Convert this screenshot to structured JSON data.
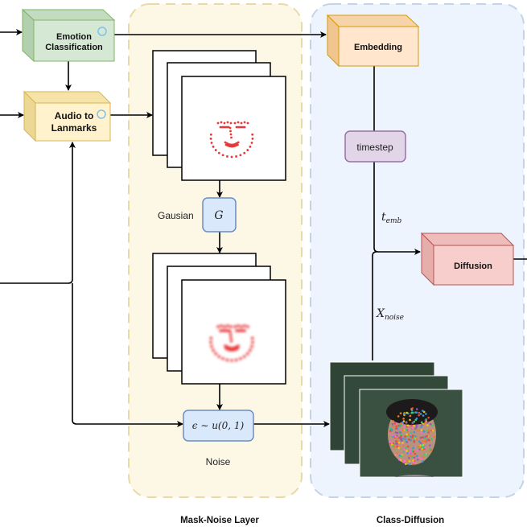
{
  "panels": {
    "mask_noise": {
      "title": "Mask-Noise Layer"
    },
    "class_diffusion": {
      "title": "Class-Diffusion"
    }
  },
  "nodes": {
    "emotion": {
      "line1": "Emotion",
      "line2": "Classification",
      "icon": "openai-icon"
    },
    "audio": {
      "line1": "Audio to",
      "line2": "Lanmarks",
      "icon": "openai-icon"
    },
    "embedding": {
      "label": "Embedding"
    },
    "timestep": {
      "label": "timestep"
    },
    "diffusion": {
      "label": "Diffusion"
    },
    "gaussian": {
      "symbol": "G",
      "caption": "Gausian"
    },
    "noise": {
      "formula": "ϵ ∼ u(0, 1)",
      "caption": "Noise"
    }
  },
  "edge_labels": {
    "t_emb": {
      "base": "t",
      "sub": "emb"
    },
    "x_noise": {
      "base": "X",
      "sub": "noise"
    }
  },
  "colors": {
    "mask_panel": "#fdf7e6",
    "diffusion_panel": "#edf4fd",
    "landmark_dot": "#e8383a"
  }
}
